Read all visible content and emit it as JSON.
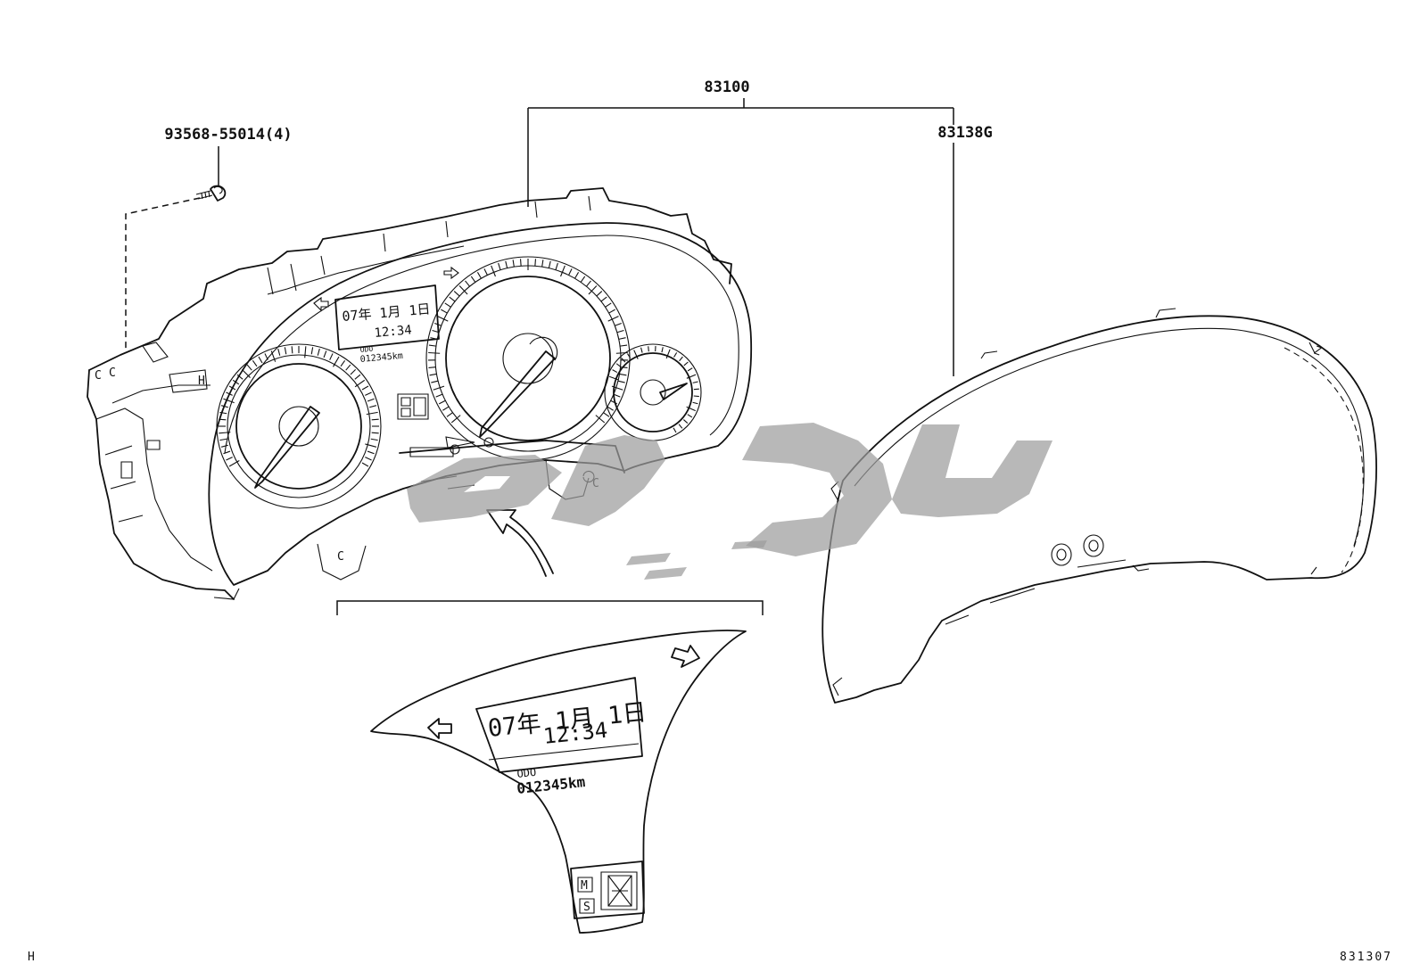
{
  "labels": {
    "part_main": "83100",
    "part_lens": "83138G",
    "part_screw": "93568-55014(4)",
    "corner_left": "H",
    "drawing_number": "831307"
  },
  "display": {
    "date_line": "07年 1月 1日",
    "time_line": "12:34",
    "odo_label": "ODO",
    "odo_value": "012345km",
    "mode_m": "M",
    "mode_s": "S"
  },
  "icons": [
    "screw-icon",
    "left-arrow-icon",
    "right-arrow-icon",
    "callout-arrow-icon"
  ]
}
